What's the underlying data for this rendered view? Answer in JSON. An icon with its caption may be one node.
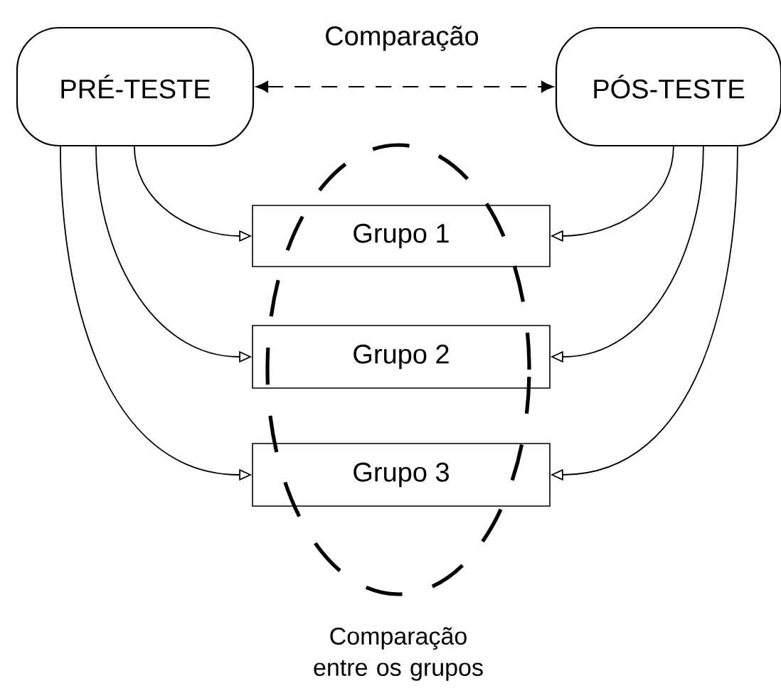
{
  "diagram": {
    "nodes": [
      {
        "text": [
          "PRÉ-TESTE"
        ]
      },
      {
        "text": [
          "PÓS-TESTE"
        ]
      },
      {
        "text": [
          "Grupo 1"
        ]
      },
      {
        "text": [
          "Grupo 2"
        ]
      },
      {
        "text": [
          "Grupo 3"
        ]
      },
      {
        "text": [],
        "shape": "ellipse",
        "beside": [
          "Comparação entre os grupos"
        ]
      }
    ],
    "edges": [
      {
        "from": 0,
        "to": 1,
        "arrow": "both",
        "style": "dashed",
        "label": "Comparação"
      },
      {
        "from": 0,
        "to": 2,
        "arrow": "to"
      },
      {
        "from": 0,
        "to": 3,
        "arrow": "to"
      },
      {
        "from": 0,
        "to": 4,
        "arrow": "to"
      },
      {
        "from": 1,
        "to": 2,
        "arrow": "to"
      },
      {
        "from": 1,
        "to": 3,
        "arrow": "to"
      },
      {
        "from": 1,
        "to": 4,
        "arrow": "to"
      }
    ]
  }
}
